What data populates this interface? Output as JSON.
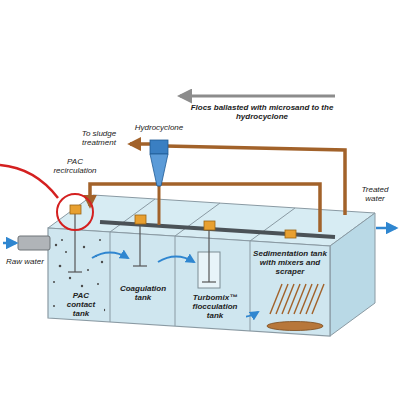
{
  "diagram": {
    "labels": [
      "To sludge treatment",
      "PAC recirculation",
      "Hydrocyclone",
      "Flocs ballasted with microsand to the hydrocyclone",
      "Treated water",
      "Raw water",
      "PAC contact tank",
      "Coagulation tank",
      "Turbomix™ flocculation tank",
      "Sedimentation tank with mixers and scraper"
    ]
  }
}
